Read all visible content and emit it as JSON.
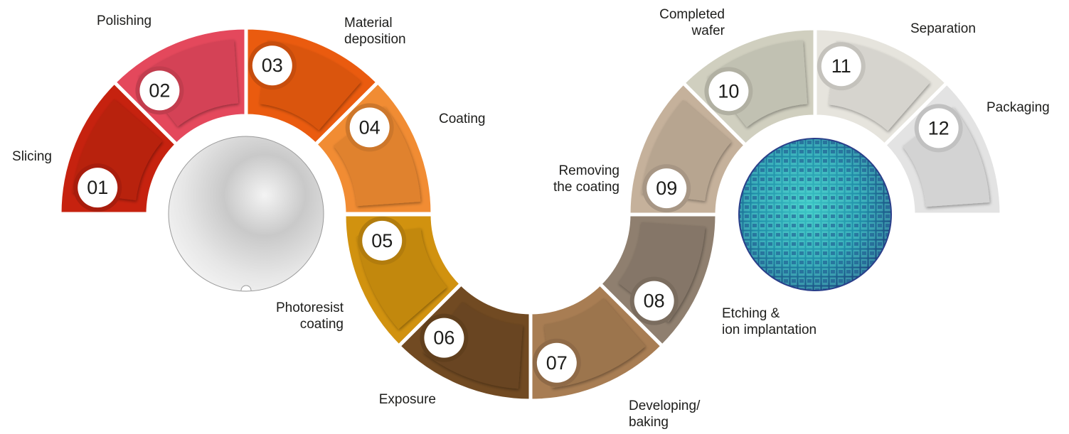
{
  "steps": [
    {
      "number": "01",
      "label": "Slicing",
      "color": "#c6220f"
    },
    {
      "number": "02",
      "label": "Polishing",
      "color": "#e4485c"
    },
    {
      "number": "03",
      "label": "Material\ndeposition",
      "color": "#ea5b0f"
    },
    {
      "number": "04",
      "label": "Coating",
      "color": "#f18c33"
    },
    {
      "number": "05",
      "label": "Photoresist\ncoating",
      "color": "#d1920f"
    },
    {
      "number": "06",
      "label": "Exposure",
      "color": "#714a22"
    },
    {
      "number": "07",
      "label": "Developing/\nbaking",
      "color": "#a87d53"
    },
    {
      "number": "08",
      "label": "Etching &\nion implantation",
      "color": "#8f7f6f"
    },
    {
      "number": "09",
      "label": "Removing\nthe coating",
      "color": "#c5b19b"
    },
    {
      "number": "10",
      "label": "Completed\nwafer",
      "color": "#d0cfbf"
    },
    {
      "number": "11",
      "label": "Separation",
      "color": "#e6e4dd"
    },
    {
      "number": "12",
      "label": "Packaging",
      "color": "#e3e3e3"
    }
  ],
  "images": {
    "blank_wafer": "bare-silicon-wafer",
    "patterned_wafer": "patterned-chip-wafer"
  }
}
